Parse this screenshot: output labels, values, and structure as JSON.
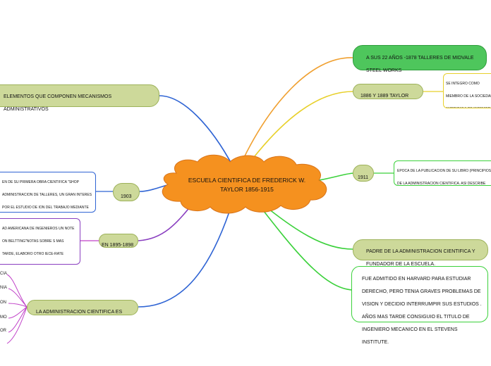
{
  "center": {
    "title": "ESCUELA CIENTIFICA DE FREDERICK W. TAYLOR 1856-1915"
  },
  "right": {
    "r1": {
      "label": "A SUS 22 AÑOS -1878 TALLERES DE MIDVALE STEEL WORKS"
    },
    "r2": {
      "label": "1886 Y 1889 TAYLOR",
      "detail": "SE INTEGRO COMO MIEMBRO DE LA SOCIEDAD AMERICANA DE INGENIEROS MECANICOS, TRABAJO EN LA BETHLEHEM STEEL WORKS DONDE REALIZO SUS PRIMEROS EXPERIMENTOS SOBRE LA ADMINISTRACION CIENTIFICA."
    },
    "r3": {
      "label": "1911",
      "detail": "EPOCA DE LA PUBLICACION DE SU LIBRO (PRINCIPIOS DE LA ADMINISTRACION CIENTIFICA. ASI DESCRIBE COMO ERA EL PANORAMA GENERAL DE LOS PRINCIPALES PROBLEMAS QUE EXISTIAN PRINCIPIOS DE SIGLO EN LAS EMPRESAS."
    },
    "r4": {
      "label": "PADRE DE LA ADMINISTRACION CIENTIFICA Y FUNDADOR DE LA ESCUELA."
    },
    "r5": {
      "text": "FUE ADMITIDO EN HARVARD PARA ESTUDIAR DERECHO, PERO TENIA GRAVES PROBLEMAS DE VISION Y DECIDIO INTERRUMPIR SUS ESTUDIOS . AÑOS MAS TARDE CONSIGUIO EL TITULO DE INGENIERO MECANICO EN EL STEVENS INSTITUTE."
    }
  },
  "left": {
    "l1": {
      "label": "ELEMENTOS QUE COMPONEN MECANISMOS ADMINISTRATIVOS"
    },
    "l2": {
      "label": "1903",
      "detail": "EN DE SU PRIMERA OBRA CIENTIFICA \"SHOP ADMINISTRACION DE TALLERES, UN GRAN INTERES POR EL ESTUDIO DE ION DEL TRABAJO MEDIANTE UN ANALISIS DE LOS TIEMPOS Y MOVIMIENTOS DE UN S ACTIVIDADES."
    },
    "l3": {
      "label": "EN 1895-1898",
      "detail": "AD AMERICANA DE INGENIEROS UN NOTE ON BELTTING\"NOTAS SOBRE S MAS TARDE, ELABORO OTRO IECE-RATE SYSTEM\"UN SITEMA DE OMO OBJETIVO RETABULAR EL VALOR ARROLLA UN OBRERO EN UNA"
    },
    "l4": {
      "label": "LA ADMINISTRACION CIENTIFICA ES",
      "leaves": [
        "CIA",
        "NIA",
        "ON",
        "MO",
        "OR"
      ]
    }
  },
  "colors": {
    "center_fill": "#f5911f",
    "pill_fill": "#cdd99a",
    "green_pill": "#4ec65c",
    "link_blue": "#2f64d4",
    "link_purple": "#8a3fc0",
    "link_magenta": "#c040c8",
    "link_orange": "#f0a030",
    "link_yellow": "#e8d02a",
    "link_green": "#3bd13b"
  }
}
